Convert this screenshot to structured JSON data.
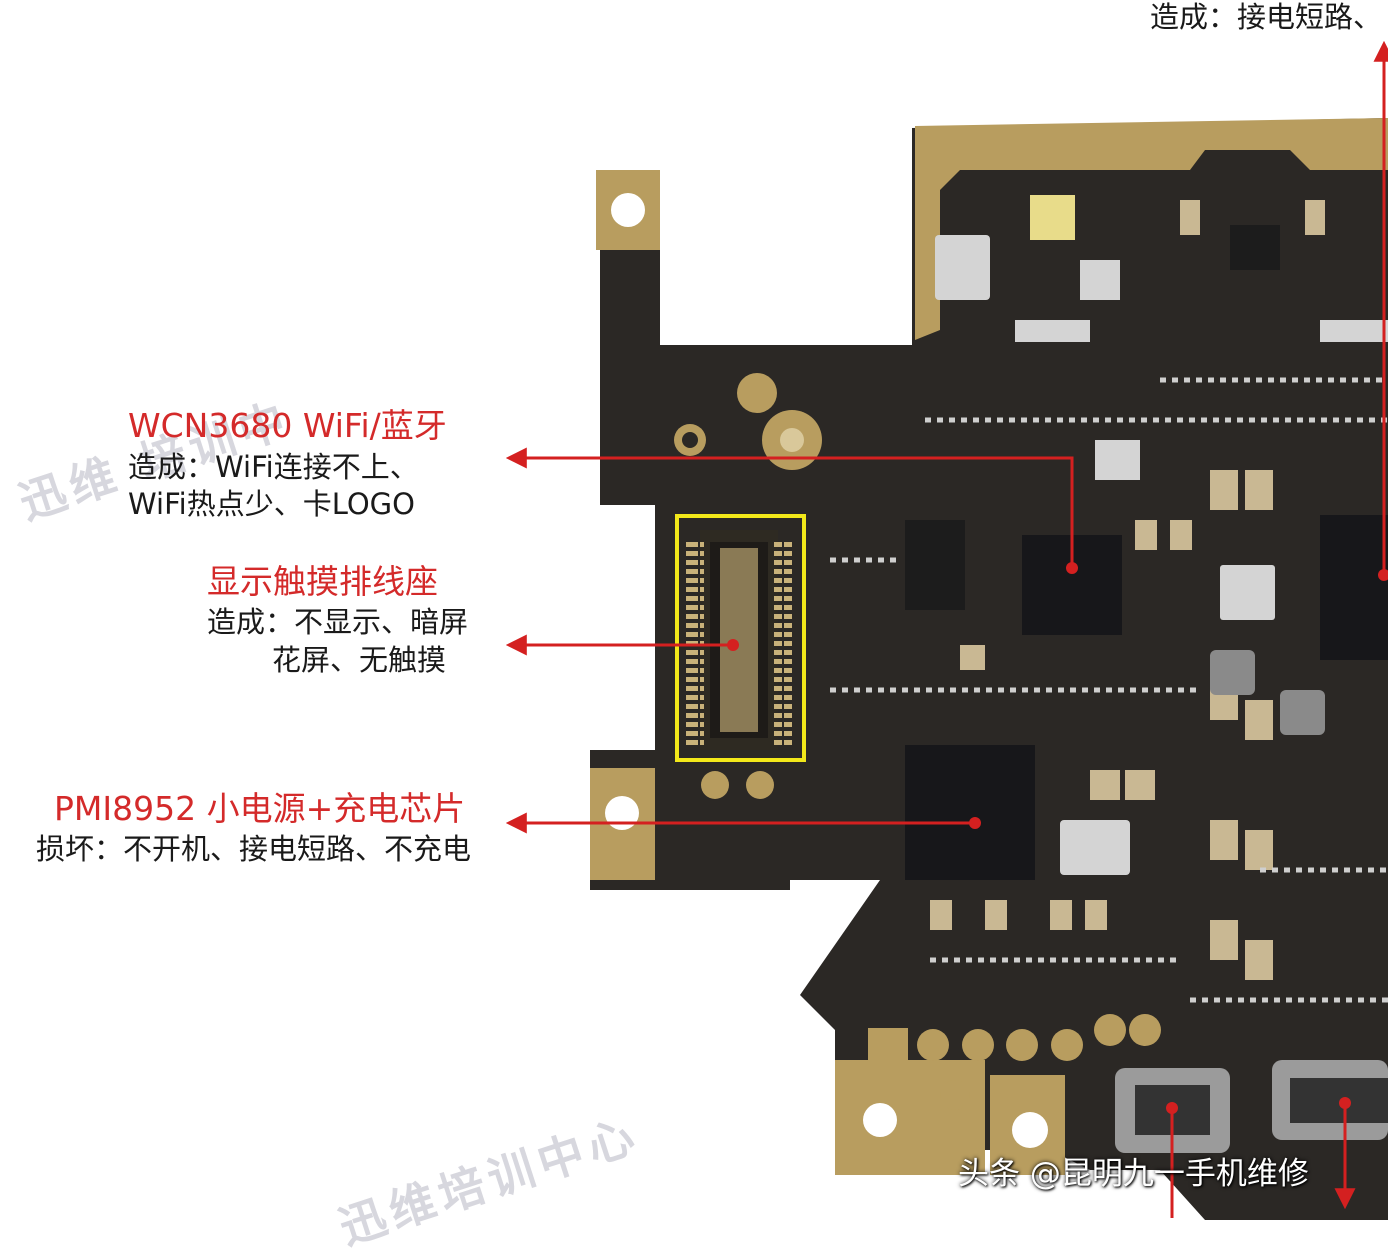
{
  "annotations": {
    "top_right": {
      "text": "造成：接电短路、"
    },
    "wcn": {
      "title": "WCN3680  WiFi/蓝牙",
      "line1": "造成：WiFi连接不上、",
      "line2": "WiFi热点少、卡LOGO"
    },
    "display": {
      "title": "显示触摸排线座",
      "line1": "造成：不显示、暗屏",
      "line2": "花屏、无触摸"
    },
    "pmi": {
      "title": "PMI8952 小电源+充电芯片",
      "line1": "损坏：不开机、接电短路、不充电"
    }
  },
  "watermark": {
    "upper": "迅维 培训中",
    "lower": "迅维培训中心"
  },
  "credit": "头条 @昆明九一手机维修",
  "colors": {
    "board": "#2b2825",
    "gold": "#b89d5f",
    "arrow": "#d42020",
    "highlight": "#f2e81a",
    "chip": "#17171a"
  }
}
